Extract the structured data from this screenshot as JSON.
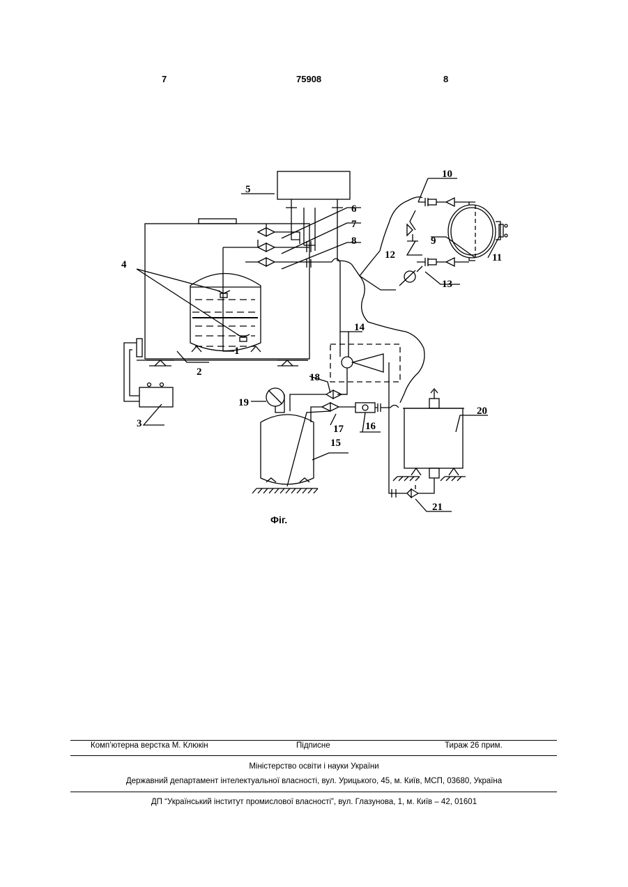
{
  "header": {
    "page_left": "7",
    "patent_number": "75908",
    "page_right": "8"
  },
  "figure": {
    "caption": "Фіг.",
    "labels": [
      "1",
      "2",
      "3",
      "4",
      "5",
      "6",
      "7",
      "8",
      "9",
      "10",
      "11",
      "12",
      "13",
      "14",
      "15",
      "16",
      "17",
      "18",
      "19",
      "20",
      "21"
    ]
  },
  "footer": {
    "typesetting": "Комп’ютерна верстка М. Клюкін",
    "signed": "Підписне",
    "circulation": "Тираж 26 прим.",
    "ministry": "Міністерство освіти і науки України",
    "department": "Державний департамент інтелектуальної власності, вул. Урицького, 45, м. Київ, МСП, 03680, Україна",
    "institute": "ДП “Український інститут промислової власності”, вул. Глазунова, 1, м. Київ – 42, 01601"
  }
}
